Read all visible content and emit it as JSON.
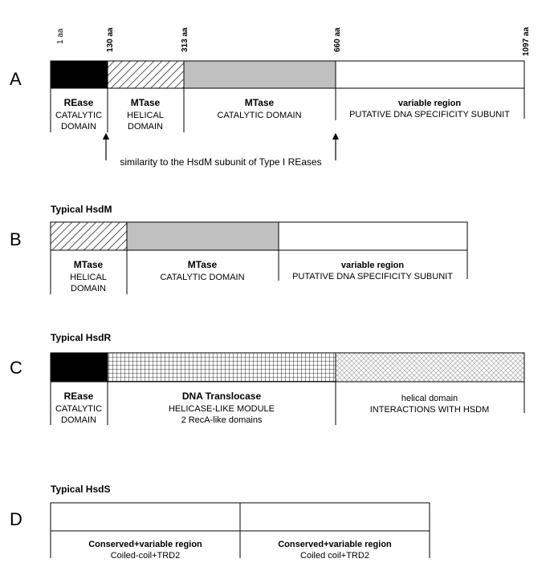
{
  "panel_a": {
    "letter": "A",
    "positions": [
      "1 aa",
      "130 aa",
      "313 aa",
      "660 aa",
      "1097 aa"
    ],
    "domains": [
      {
        "title": "REase",
        "lines": [
          "CATALYTIC",
          "DOMAIN"
        ],
        "fill": "#000000"
      },
      {
        "title": "MTase",
        "lines": [
          "HELICAL",
          "DOMAIN"
        ],
        "fill": "hatch"
      },
      {
        "title": "MTase",
        "lines": [
          "CATALYTIC DOMAIN"
        ],
        "fill": "#c0c0c0"
      },
      {
        "title": "variable region",
        "lines": [
          "PUTATIVE DNA SPECIFICITY  SUBUNIT"
        ],
        "fill": "#ffffff"
      }
    ],
    "similarity_note": "similarity to the HsdM subunit of Type I REases"
  },
  "panel_b": {
    "letter": "B",
    "heading": "Typical HsdM",
    "domains": [
      {
        "title": "MTase",
        "lines": [
          "HELICAL",
          "DOMAIN"
        ],
        "fill": "hatch"
      },
      {
        "title": "MTase",
        "lines": [
          "CATALYTIC DOMAIN"
        ],
        "fill": "#c0c0c0"
      },
      {
        "title": "variable region",
        "lines": [
          "PUTATIVE DNA SPECIFICITY  SUBUNIT"
        ],
        "fill": "#ffffff"
      }
    ]
  },
  "panel_c": {
    "letter": "C",
    "heading": "Typical HsdR",
    "domains": [
      {
        "title": "REase",
        "lines": [
          "CATALYTIC",
          "DOMAIN"
        ],
        "fill": "#000000"
      },
      {
        "title": "DNA Translocase",
        "lines": [
          "HELICASE-LIKE MODULE",
          "2 RecA-like domains"
        ],
        "fill": "grid"
      },
      {
        "title": "",
        "lines": [
          "helical domain",
          "INTERACTIONS WITH HSDM"
        ],
        "fill": "crosshatch"
      }
    ]
  },
  "panel_d": {
    "letter": "D",
    "heading": "Typical HsdS",
    "domains": [
      {
        "title": "Conserved+variable region",
        "lines": [
          "Coiled-coil+TRD2"
        ],
        "fill": "#ffffff"
      },
      {
        "title": "Conserved+variable region",
        "lines": [
          "Coiled coil+TRD2"
        ],
        "fill": "#ffffff"
      }
    ]
  }
}
